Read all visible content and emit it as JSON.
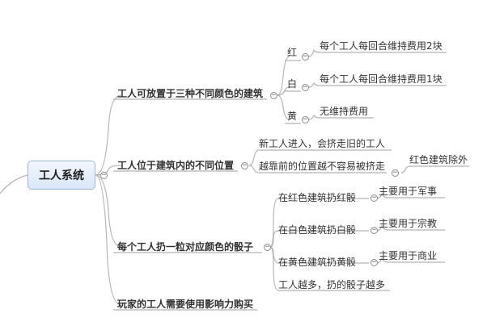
{
  "root": {
    "label": "工人系统"
  },
  "branches": [
    {
      "label": "工人可放置于三种不同颜色的建筑"
    },
    {
      "label": "工人位于建筑内的不同位置"
    },
    {
      "label": "每个工人扔一粒对应颜色的骰子"
    },
    {
      "label": "玩家的工人需要使用影响力购买"
    }
  ],
  "colors": [
    {
      "label": "红",
      "detail": "每个工人每回合维持费用2块"
    },
    {
      "label": "白",
      "detail": "每个工人每回合维持费用1块"
    },
    {
      "label": "黄",
      "detail": "无维持费用"
    }
  ],
  "positions": [
    {
      "label": "新工人进入，会挤走旧的工人"
    },
    {
      "label": "越靠前的位置越不容易被挤走",
      "detail": "红色建筑除外"
    }
  ],
  "dice": [
    {
      "label": "在红色建筑扔红骰",
      "detail": "主要用于军事"
    },
    {
      "label": "在白色建筑扔白骰",
      "detail": "主要用于宗教"
    },
    {
      "label": "在黄色建筑扔黄骰",
      "detail": "主要用于商业"
    },
    {
      "label": "工人越多，扔的骰子越多"
    }
  ],
  "style": {
    "line_color": "#b5b5b5",
    "root_fill": "#dde8f7",
    "root_border": "#9fb6d8"
  }
}
